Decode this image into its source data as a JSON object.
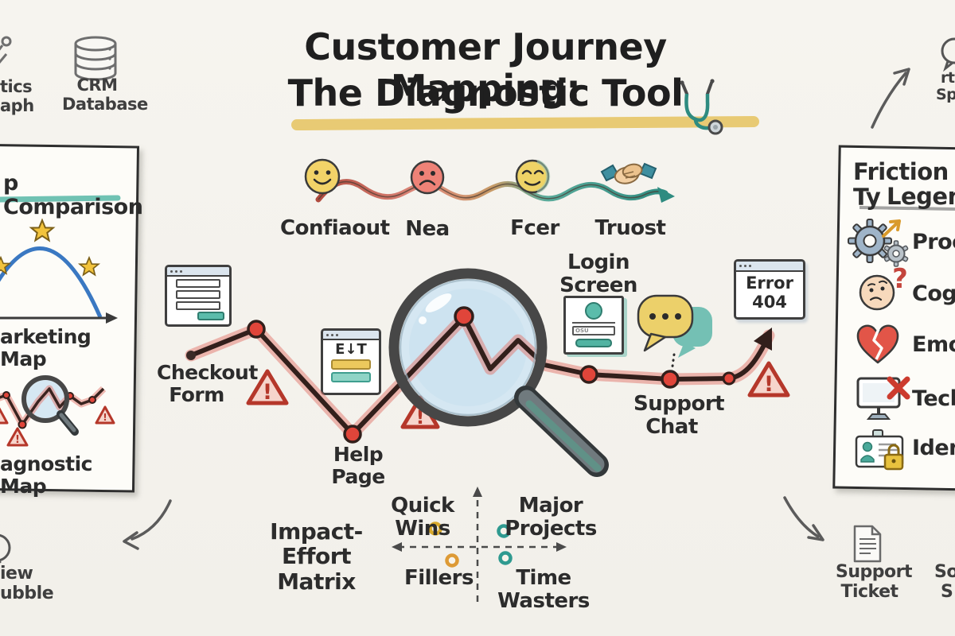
{
  "title": {
    "line1": "Customer Journey Mapping:",
    "line2": "The Diagnostic Tool"
  },
  "corner_icons": {
    "analytics_fragment_line1": "tics",
    "analytics_fragment_line2": "aph",
    "crm_line1": "CRM",
    "crm_line2": "Database",
    "top_right_fragment_line1": "rtu",
    "top_right_fragment_line2": "Spe",
    "review_fragment_line1": "iew",
    "review_fragment_line2": "ubble",
    "support_ticket_line1": "Support",
    "support_ticket_line2": "Ticket",
    "social_fragment_line1": "Soc",
    "social_fragment_line2": "S"
  },
  "map_comparison_panel": {
    "title_fragment": "p Comparison",
    "marketing_label_fragment": "arketing Map",
    "diagnostic_label_fragment": "agnostic Map"
  },
  "emotion_curve": {
    "stages": [
      {
        "icon": "happy-face-icon",
        "label": "Confiaout"
      },
      {
        "icon": "sad-face-icon",
        "label": "Nea"
      },
      {
        "icon": "calm-face-icon",
        "label": "Fcer"
      },
      {
        "icon": "handshake-icon",
        "label": "Truost"
      }
    ]
  },
  "journey": {
    "checkout_line1": "Checkout",
    "checkout_line2": "Form",
    "help_page_label": "Help Page",
    "help_window_text": "E↓T",
    "login_line1": "Login",
    "login_line2": "Screen",
    "login_input_text": "OSU",
    "support_line1": "Support",
    "support_line2": "Chat",
    "error_line1": "Error",
    "error_line2": "404"
  },
  "impact_effort_matrix": {
    "label_line1": "Impact-Effort",
    "label_line2": "Matrix",
    "quadrant_top_left": "Quick Wins",
    "quadrant_top_right": "Major Projects",
    "quadrant_bottom_left": "Fillers",
    "quadrant_bottom_right": "Time Wasters"
  },
  "friction_legend_panel": {
    "title_line1": "Friction Ty",
    "title_line2": "Legend",
    "items": [
      {
        "icon": "gears-icon",
        "label_fragment": "Proce"
      },
      {
        "icon": "confused-face-icon",
        "label_fragment": "Cogni"
      },
      {
        "icon": "broken-heart-icon",
        "label_fragment": "Emot"
      },
      {
        "icon": "monitor-error-icon",
        "label_fragment": "Techn"
      },
      {
        "icon": "id-card-lock-icon",
        "label_fragment": "Ident"
      }
    ]
  },
  "icons": {
    "warning_mark": "!",
    "question_mark": "?"
  },
  "colors": {
    "paper": "#f5f3ee",
    "ink": "#2c2c2c",
    "journey_red": "#e0453a",
    "journey_glow": "#e2766b",
    "teal": "#4aa99b",
    "highlight_yellow": "#e5bf55",
    "curve_blue": "#3a78c2",
    "warning_red": "#b5372a"
  }
}
